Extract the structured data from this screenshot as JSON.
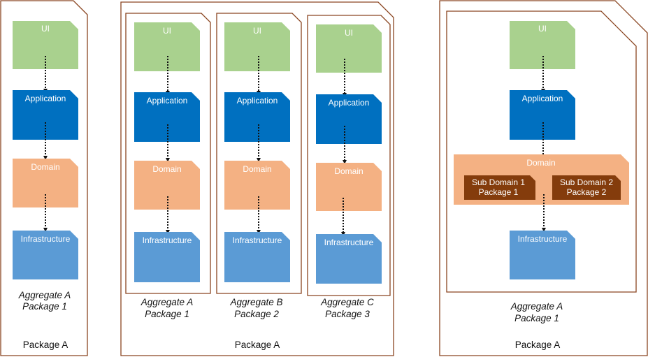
{
  "colors": {
    "ui": "#a9d18e",
    "application": "#0070c0",
    "domain": "#f4b183",
    "infrastructure": "#5b9bd5",
    "subdomain": "#843c0c",
    "package_border": "#8a4520",
    "arrow": "#111111"
  },
  "layers": {
    "ui": "UI",
    "application": "Application",
    "domain": "Domain",
    "infrastructure": "Infrastructure"
  },
  "packages": [
    {
      "label": "Package A",
      "aggregates": [
        {
          "caption": [
            "Aggregate A",
            "Package 1"
          ]
        }
      ]
    },
    {
      "label": "Package A",
      "aggregates": [
        {
          "caption": [
            "Aggregate A",
            "Package 1"
          ]
        },
        {
          "caption": [
            "Aggregate B",
            "Package 2"
          ]
        },
        {
          "caption": [
            "Aggregate C",
            "Package 3"
          ]
        }
      ]
    },
    {
      "label": "Package A",
      "aggregates": [
        {
          "caption": [
            "Aggregate A",
            "Package 1"
          ],
          "subdomains": [
            [
              "Sub Domain 1",
              "Package 1"
            ],
            [
              "Sub Domain 2",
              "Package 2"
            ]
          ]
        }
      ]
    }
  ]
}
